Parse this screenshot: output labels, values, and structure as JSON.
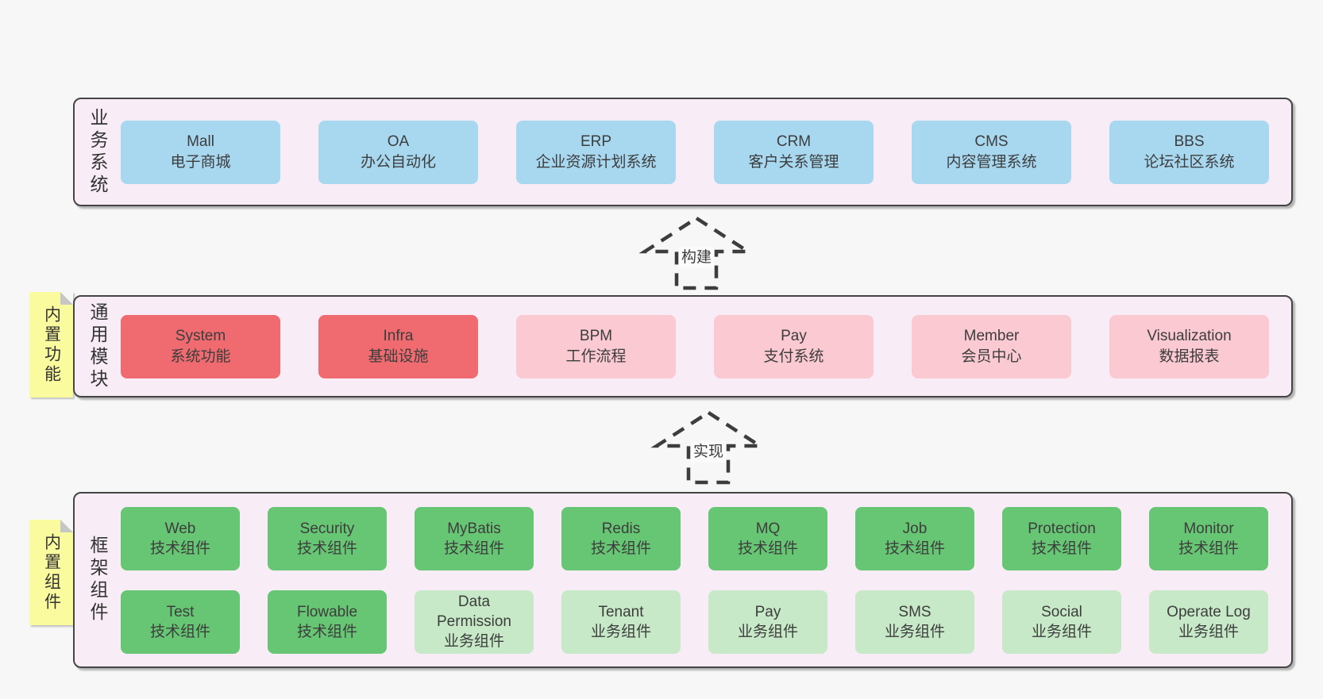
{
  "colors": {
    "page-bg": "#f7f7f7",
    "panel-bg": "#f8edf6",
    "line": "#454545",
    "blue": "#a8d8f0",
    "red": "#ef6b6f",
    "pink": "#fbc9d2",
    "green": "#66c673",
    "lightgreen": "#c7e9c7",
    "yellow": "#fafa9e"
  },
  "layers": [
    {
      "label": "业务系统",
      "boxes": [
        {
          "name": "Mall",
          "desc": "电子商城"
        },
        {
          "name": "OA",
          "desc": "办公自动化"
        },
        {
          "name": "ERP",
          "desc": "企业资源计划系统"
        },
        {
          "name": "CRM",
          "desc": "客户关系管理"
        },
        {
          "name": "CMS",
          "desc": "内容管理系统"
        },
        {
          "name": "BBS",
          "desc": "论坛社区系统"
        }
      ]
    },
    {
      "label": "通用模块",
      "note": "内置功能",
      "boxes": [
        {
          "name": "System",
          "desc": "系统功能"
        },
        {
          "name": "Infra",
          "desc": "基础设施"
        },
        {
          "name": "BPM",
          "desc": "工作流程"
        },
        {
          "name": "Pay",
          "desc": "支付系统"
        },
        {
          "name": "Member",
          "desc": "会员中心"
        },
        {
          "name": "Visualization",
          "desc": "数据报表"
        }
      ]
    },
    {
      "label": "框架组件",
      "note": "内置组件",
      "rows": [
        [
          {
            "name": "Web",
            "desc": "技术组件"
          },
          {
            "name": "Security",
            "desc": "技术组件"
          },
          {
            "name": "MyBatis",
            "desc": "技术组件"
          },
          {
            "name": "Redis",
            "desc": "技术组件"
          },
          {
            "name": "MQ",
            "desc": "技术组件"
          },
          {
            "name": "Job",
            "desc": "技术组件"
          },
          {
            "name": "Protection",
            "desc": "技术组件"
          },
          {
            "name": "Monitor",
            "desc": "技术组件"
          }
        ],
        [
          {
            "name": "Test",
            "desc": "技术组件"
          },
          {
            "name": "Flowable",
            "desc": "技术组件"
          },
          {
            "name": "Data Permission",
            "desc": "业务组件"
          },
          {
            "name": "Tenant",
            "desc": "业务组件"
          },
          {
            "name": "Pay",
            "desc": "业务组件"
          },
          {
            "name": "SMS",
            "desc": "业务组件"
          },
          {
            "name": "Social",
            "desc": "业务组件"
          },
          {
            "name": "Operate Log",
            "desc": "业务组件"
          }
        ]
      ]
    }
  ],
  "arrows": [
    {
      "label": "构建"
    },
    {
      "label": "实现"
    }
  ]
}
